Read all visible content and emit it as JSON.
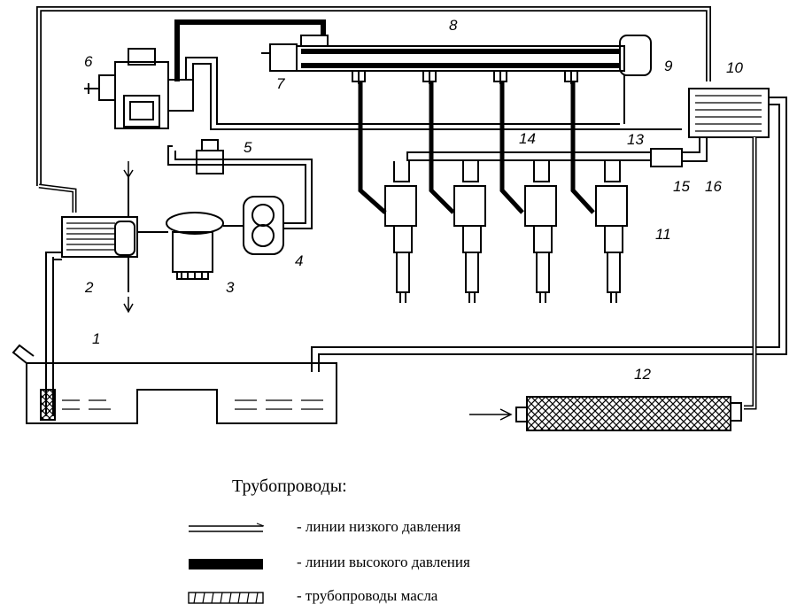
{
  "component_numbers": [
    "1",
    "2",
    "3",
    "4",
    "5",
    "6",
    "7",
    "8",
    "9",
    "10",
    "11",
    "12",
    "13",
    "14",
    "15",
    "16"
  ],
  "legend": {
    "title": "Трубопроводы:",
    "items": [
      {
        "style": "low-pressure",
        "label": "- линии низкого давления"
      },
      {
        "style": "high-pressure",
        "label": "- линии высокого давления"
      },
      {
        "style": "oil",
        "label": "- трубопроводы масла"
      }
    ]
  },
  "colors": {
    "ink": "#000000",
    "paper": "#ffffff"
  }
}
